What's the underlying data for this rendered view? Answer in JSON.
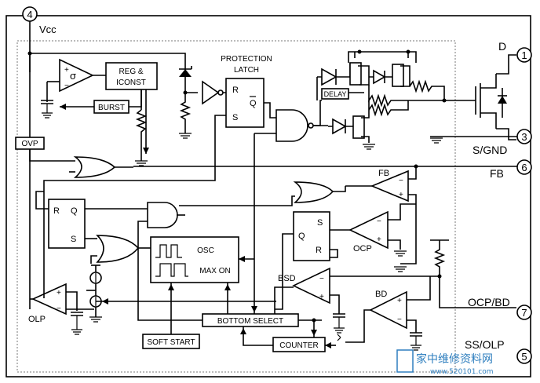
{
  "pins": {
    "p4": "4",
    "vcc": "Vcc",
    "p1": "1",
    "d": "D",
    "p3": "3",
    "sgnd": "S/GND",
    "p6": "6",
    "fb": "FB",
    "p7": "7",
    "ocpbd": "OCP/BD",
    "p5": "5",
    "ssolp": "SS/OLP"
  },
  "blocks": {
    "reg_line1": "REG &",
    "reg_line2": "ICONST",
    "burst": "BURST",
    "ovp": "OVP",
    "prot_line1": "PROTECTION",
    "prot_line2": "LATCH",
    "delay": "DELAY",
    "fb_amp": "FB",
    "osc": "OSC",
    "maxon": "MAX ON",
    "ocp": "OCP",
    "bsd": "BSD",
    "bd": "BD",
    "olp": "OLP",
    "bottom_select": "BOTTOM SELECT",
    "soft_start": "SOFT START",
    "counter": "COUNTER"
  },
  "latch": {
    "r": "R",
    "s": "S",
    "q": "Q",
    "qbar": "Q"
  },
  "ff2": {
    "r": "R",
    "q": "Q",
    "s": "S"
  },
  "ff3": {
    "s": "S",
    "q": "Q",
    "r": "R"
  },
  "opamp": {
    "plus": "+",
    "minus": "−"
  },
  "watermark": {
    "cn": "家中维修资料网",
    "url": "www.520101.com"
  }
}
